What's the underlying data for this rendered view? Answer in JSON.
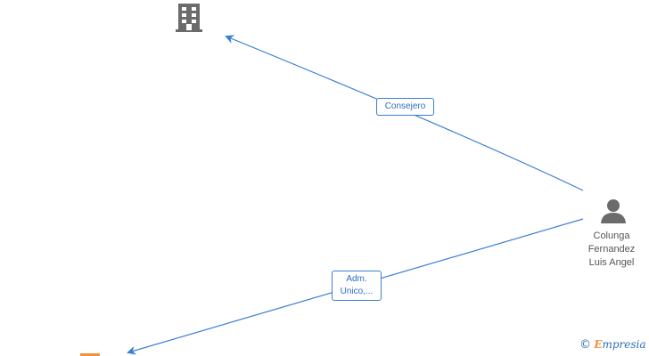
{
  "nodes": {
    "company": {
      "icon": "building-icon"
    },
    "person": {
      "icon": "person-icon",
      "name_lines": [
        "Colunga",
        "Fernandez",
        "Luis Angel"
      ]
    },
    "second_company": {
      "icon": "building-icon-orange"
    }
  },
  "edges": [
    {
      "label": "Consejero"
    },
    {
      "label_lines": [
        "Adm.",
        "Unico,..."
      ]
    }
  ],
  "colors": {
    "edge": "#3a7fd1",
    "icon": "#6b6b6b",
    "accent": "#f0913a"
  },
  "watermark": {
    "symbol": "©",
    "brand_first": "E",
    "brand_rest": "mpresia"
  }
}
